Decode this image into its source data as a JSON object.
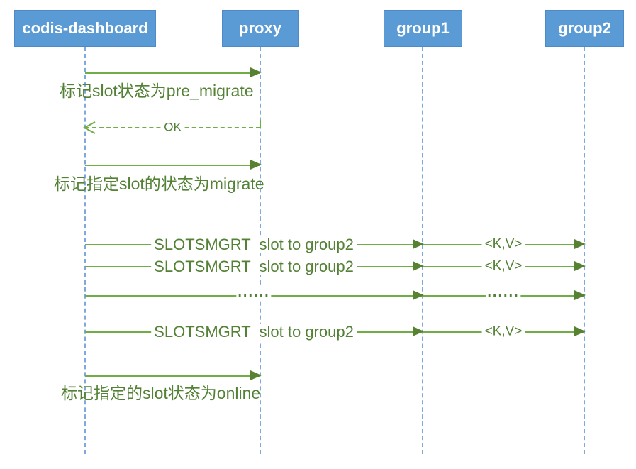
{
  "diagram": {
    "type": "sequence",
    "colors": {
      "actor_fill": "#5B9BD5",
      "actor_text": "#FFFFFF",
      "lifeline": "#7FA9DC",
      "message_line": "#70AD47",
      "message_text": "#538135"
    },
    "actors": [
      {
        "name": "codis-dashboard"
      },
      {
        "name": "proxy"
      },
      {
        "name": "group1"
      },
      {
        "name": "group2"
      }
    ],
    "messages": [
      {
        "from": "codis-dashboard",
        "to": "proxy",
        "style": "solid",
        "label": "标记slot状态为pre_migrate"
      },
      {
        "from": "proxy",
        "to": "codis-dashboard",
        "style": "dashed",
        "label": "OK"
      },
      {
        "from": "codis-dashboard",
        "to": "proxy",
        "style": "solid",
        "label": "标记指定slot的状态为migrate"
      },
      {
        "from": "codis-dashboard",
        "to": "group1",
        "style": "solid",
        "label": "SLOTSMGRT  slot to group2"
      },
      {
        "from": "group1",
        "to": "group2",
        "style": "solid",
        "label": "<K,V>"
      },
      {
        "from": "codis-dashboard",
        "to": "group1",
        "style": "solid",
        "label": "SLOTSMGRT  slot to group2"
      },
      {
        "from": "group1",
        "to": "group2",
        "style": "solid",
        "label": "<K,V>"
      },
      {
        "from": "codis-dashboard",
        "to": "group1",
        "style": "solid",
        "label": "......"
      },
      {
        "from": "group1",
        "to": "group2",
        "style": "solid",
        "label": "......"
      },
      {
        "from": "codis-dashboard",
        "to": "group1",
        "style": "solid",
        "label": "SLOTSMGRT  slot to group2"
      },
      {
        "from": "group1",
        "to": "group2",
        "style": "solid",
        "label": "<K,V>"
      },
      {
        "from": "codis-dashboard",
        "to": "proxy",
        "style": "solid",
        "label": "标记指定的slot状态为online"
      }
    ]
  }
}
